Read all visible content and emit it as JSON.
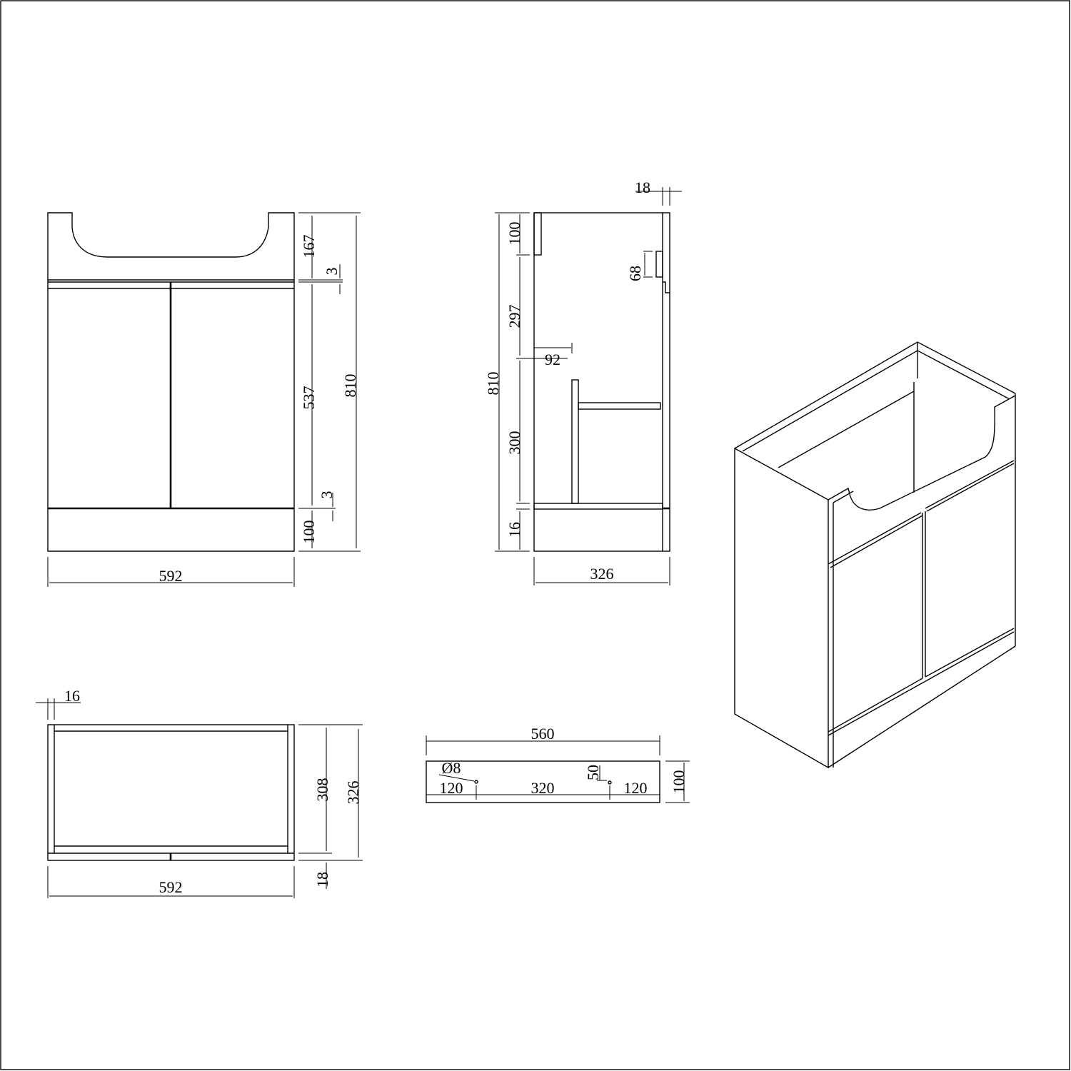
{
  "drawing": {
    "front_view": {
      "dims": {
        "top_rail": "167",
        "gap_top": "3",
        "door": "537",
        "gap_bottom": "3",
        "plinth": "100",
        "height": "810",
        "width": "592"
      }
    },
    "side_view": {
      "dims": {
        "back_thickness": "18",
        "top_rail": "100",
        "handle": "68",
        "upper": "297",
        "shelf_offset": "92",
        "height": "810",
        "lower": "300",
        "base": "16",
        "depth": "326"
      }
    },
    "top_view": {
      "dims": {
        "side_thickness": "16",
        "inner_depth": "308",
        "depth": "326",
        "door_thickness": "18",
        "width": "592"
      }
    },
    "plinth_view": {
      "dims": {
        "length": "560",
        "hole_diameter": "Ø8",
        "hole_height": "50",
        "left_offset": "120",
        "hole_spacing": "320",
        "right_offset": "120",
        "height": "100"
      }
    },
    "isometric_view": {}
  }
}
